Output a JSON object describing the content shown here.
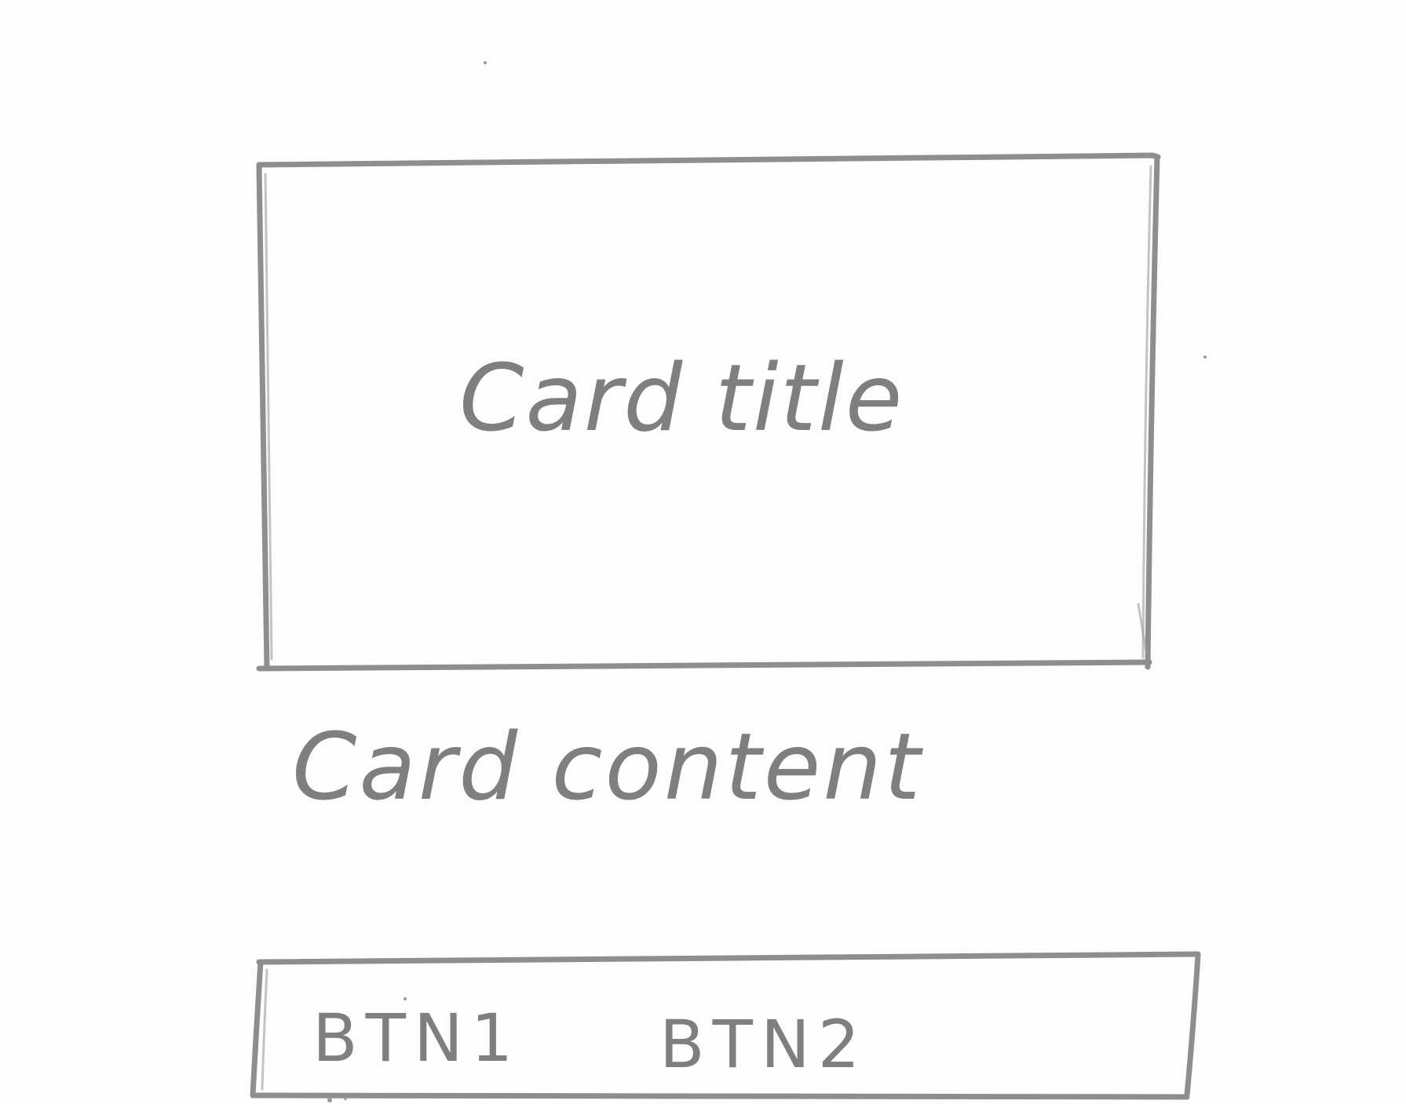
{
  "card": {
    "title": "Card title",
    "content": "Card content"
  },
  "actions": {
    "buttons": [
      {
        "label": "BTN1"
      },
      {
        "label": "BTN2"
      }
    ]
  },
  "colors": {
    "pencil": "#8e8e8e",
    "paper": "#fdfdfd"
  }
}
